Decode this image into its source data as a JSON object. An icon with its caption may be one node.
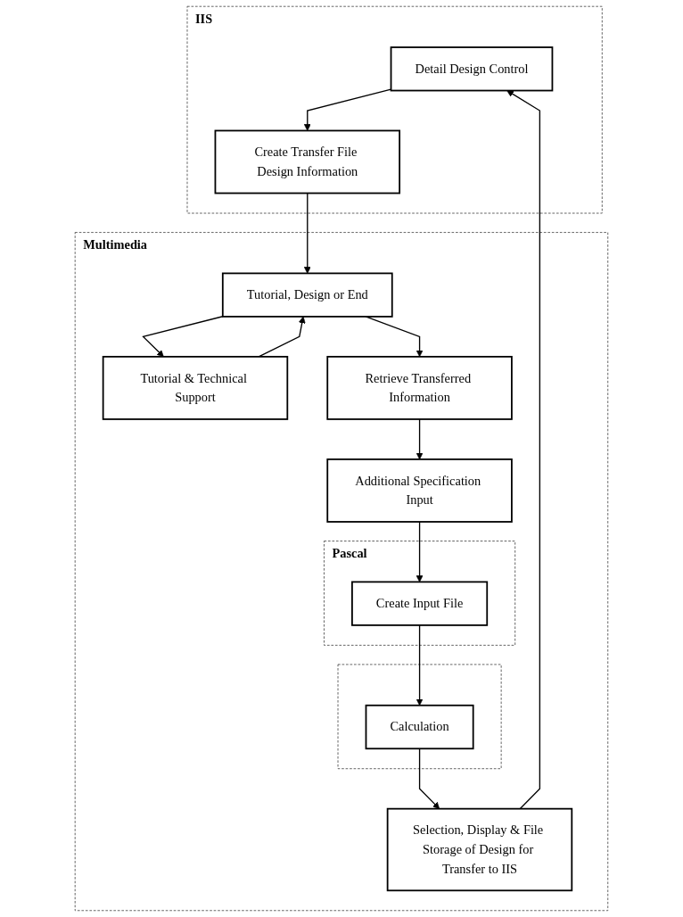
{
  "diagram": {
    "nodes": [
      {
        "text": [
          "IIS"
        ]
      },
      {
        "text": [
          "Detail Design Control"
        ],
        "in": 0
      },
      {
        "text": [
          "Create Transfer File Design Information"
        ],
        "in": 0
      },
      {
        "text": [
          "Multimedia"
        ]
      },
      {
        "text": [
          "Tutorial, Design or End"
        ],
        "in": 3
      },
      {
        "text": [
          "Tutorial & Technical Support"
        ],
        "in": 3
      },
      {
        "text": [
          "Retrieve Transferred Information"
        ],
        "in": 3
      },
      {
        "text": [
          "Additional Specification Input"
        ],
        "in": 3
      },
      {
        "text": [
          "Pascal"
        ],
        "in": 3
      },
      {
        "text": [
          "Create Input File"
        ],
        "in": 8
      },
      {
        "text": [],
        "shape": "box",
        "in": 3
      },
      {
        "text": [
          "Calculation"
        ],
        "in": 10
      },
      {
        "text": [
          "Selection, Display & File Storage of Design for Transfer to IIS"
        ],
        "in": 3
      }
    ],
    "edges": [
      {
        "from": 1,
        "to": 2,
        "arrow": "to"
      },
      {
        "from": 2,
        "to": 4,
        "arrow": "to"
      },
      {
        "from": 4,
        "to": 5,
        "arrow": "to"
      },
      {
        "from": 4,
        "to": 6,
        "arrow": "to"
      },
      {
        "from": 5,
        "to": 4,
        "arrow": "to"
      },
      {
        "from": 6,
        "to": 7,
        "arrow": "to"
      },
      {
        "from": 7,
        "to": 9,
        "arrow": "to"
      },
      {
        "from": 9,
        "to": 11,
        "arrow": "to"
      },
      {
        "from": 11,
        "to": 12,
        "arrow": "to"
      },
      {
        "from": 12,
        "to": 1,
        "arrow": "to"
      }
    ]
  }
}
